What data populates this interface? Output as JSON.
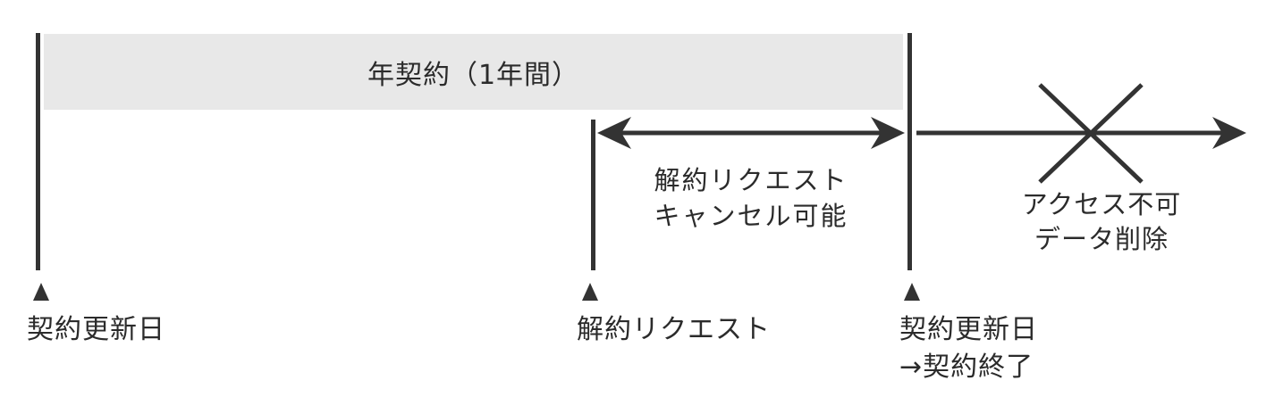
{
  "diagram": {
    "title_semantics": "annual-contract-cancellation-timeline",
    "contract_bar_label": "年契約（1年間）",
    "cancel_window": {
      "line1": "解約リクエスト",
      "line2": "キャンセル可能"
    },
    "post_termination": {
      "line1": "アクセス不可",
      "line2": "データ削除"
    },
    "markers": [
      {
        "icon": "triangle-up",
        "label_lines": [
          "契約更新日"
        ]
      },
      {
        "icon": "triangle-up",
        "label_lines": [
          "解約リクエスト"
        ]
      },
      {
        "icon": "triangle-up",
        "label_lines": [
          "契約更新日",
          "→契約終了"
        ]
      }
    ],
    "colors": {
      "bar_fill": "#e8e8e8",
      "line": "#333333",
      "text": "#2b2b2b",
      "background": "#ffffff"
    }
  }
}
